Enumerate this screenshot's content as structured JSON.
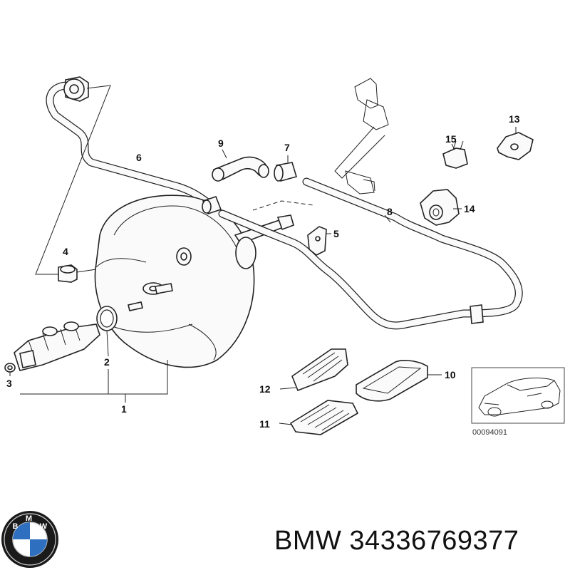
{
  "parts": {
    "p1": "1",
    "p2": "2",
    "p3": "3",
    "p4": "4",
    "p5": "5",
    "p6": "6",
    "p7": "7",
    "p8": "8",
    "p9": "9",
    "p10": "10",
    "p11": "11",
    "p12": "12",
    "p13": "13",
    "p14": "14",
    "p15": "15"
  },
  "thumbnail": {
    "code": "00094091"
  },
  "logo": {
    "lettering": "BMW"
  },
  "footer": {
    "brand_part": "BMW 34336769377"
  },
  "colors": {
    "line": "#222222",
    "logo_blue": "#2f6fbf",
    "logo_ring": "#111111"
  }
}
